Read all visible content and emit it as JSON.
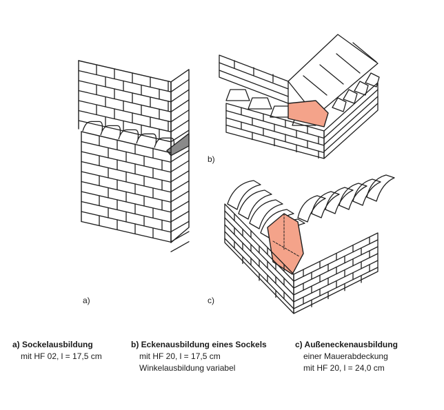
{
  "colors": {
    "line": "#1e1e1e",
    "highlight": "#f4a38a",
    "shade": "#8a8a8a",
    "background": "#ffffff"
  },
  "panels": {
    "a": {
      "label": "a)"
    },
    "b": {
      "label": "b)"
    },
    "c": {
      "label": "c)"
    }
  },
  "captions": [
    {
      "title": "a) Sockelausbildung",
      "lines": [
        "mit HF 02, l = 17,5 cm"
      ]
    },
    {
      "title": "b) Eckenausbildung eines Sockels",
      "lines": [
        "mit HF 20, l = 17,5 cm",
        "Winkelausbildung variabel"
      ]
    },
    {
      "title": "c) Außeneckenausbildung",
      "lines": [
        "einer Mauerabdeckung",
        "mit HF 20, l = 24,0 cm"
      ]
    }
  ]
}
